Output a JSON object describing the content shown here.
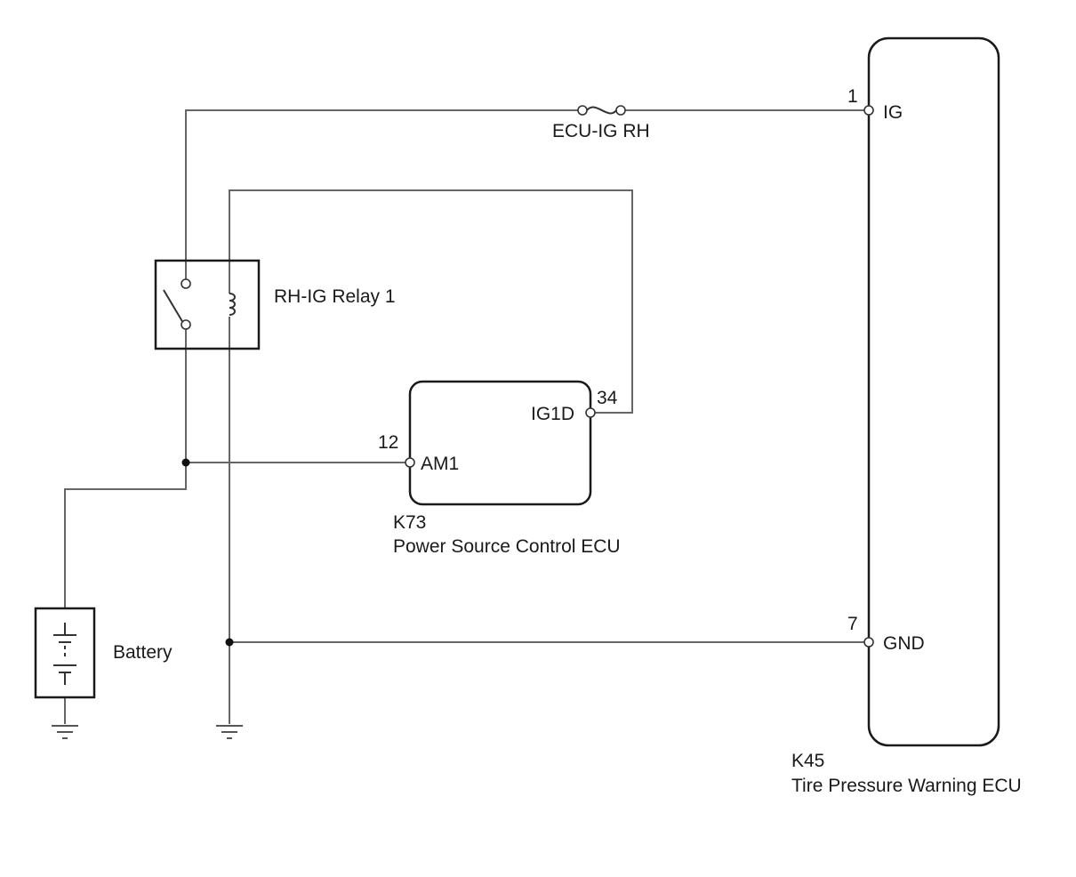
{
  "fuse": {
    "name": "ECU-IG RH"
  },
  "relay": {
    "name": "RH-IG Relay 1"
  },
  "battery": {
    "name": "Battery"
  },
  "k73": {
    "code": "K73",
    "name": "Power Source Control ECU",
    "pins": [
      {
        "number": "12",
        "signal": "AM1"
      },
      {
        "number": "34",
        "signal": "IG1D"
      }
    ]
  },
  "k45": {
    "code": "K45",
    "name": "Tire Pressure Warning ECU",
    "pins": [
      {
        "number": "1",
        "signal": "IG"
      },
      {
        "number": "7",
        "signal": "GND"
      }
    ]
  }
}
